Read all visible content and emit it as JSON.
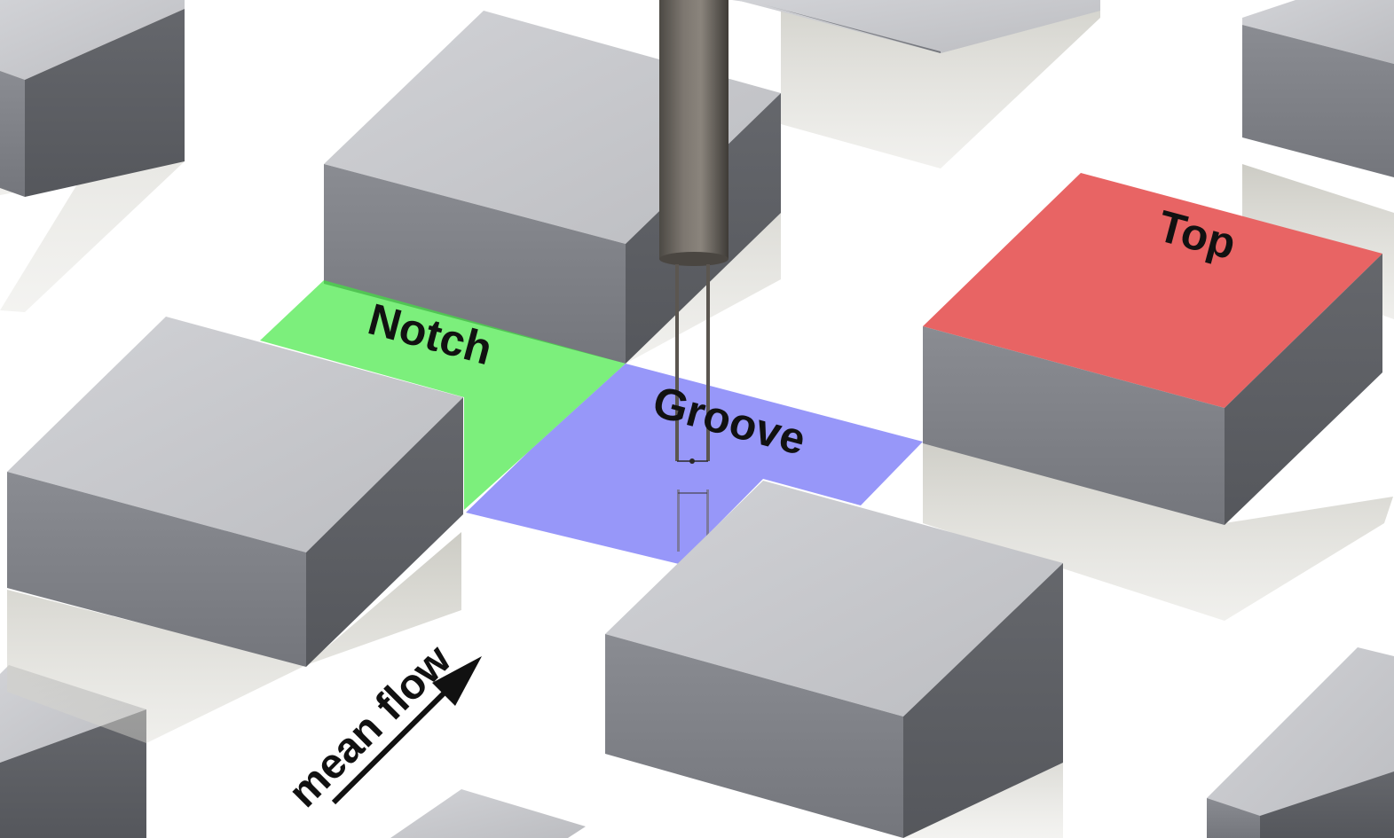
{
  "labels": {
    "notch": "Notch",
    "groove": "Groove",
    "top": "Top",
    "flow": "mean flow"
  },
  "colors": {
    "background": "#ffffff",
    "cube_top": "#c7c8cc",
    "cube_left": "#7d7f85",
    "cube_right": "#5a5c61",
    "reflection": "#c2c0b6",
    "notch_region": "#3ee83e",
    "groove_region": "#4c4cf5",
    "top_region": "#e86464",
    "probe": "#6c6760",
    "text": "#111111",
    "arrow": "#111111"
  }
}
